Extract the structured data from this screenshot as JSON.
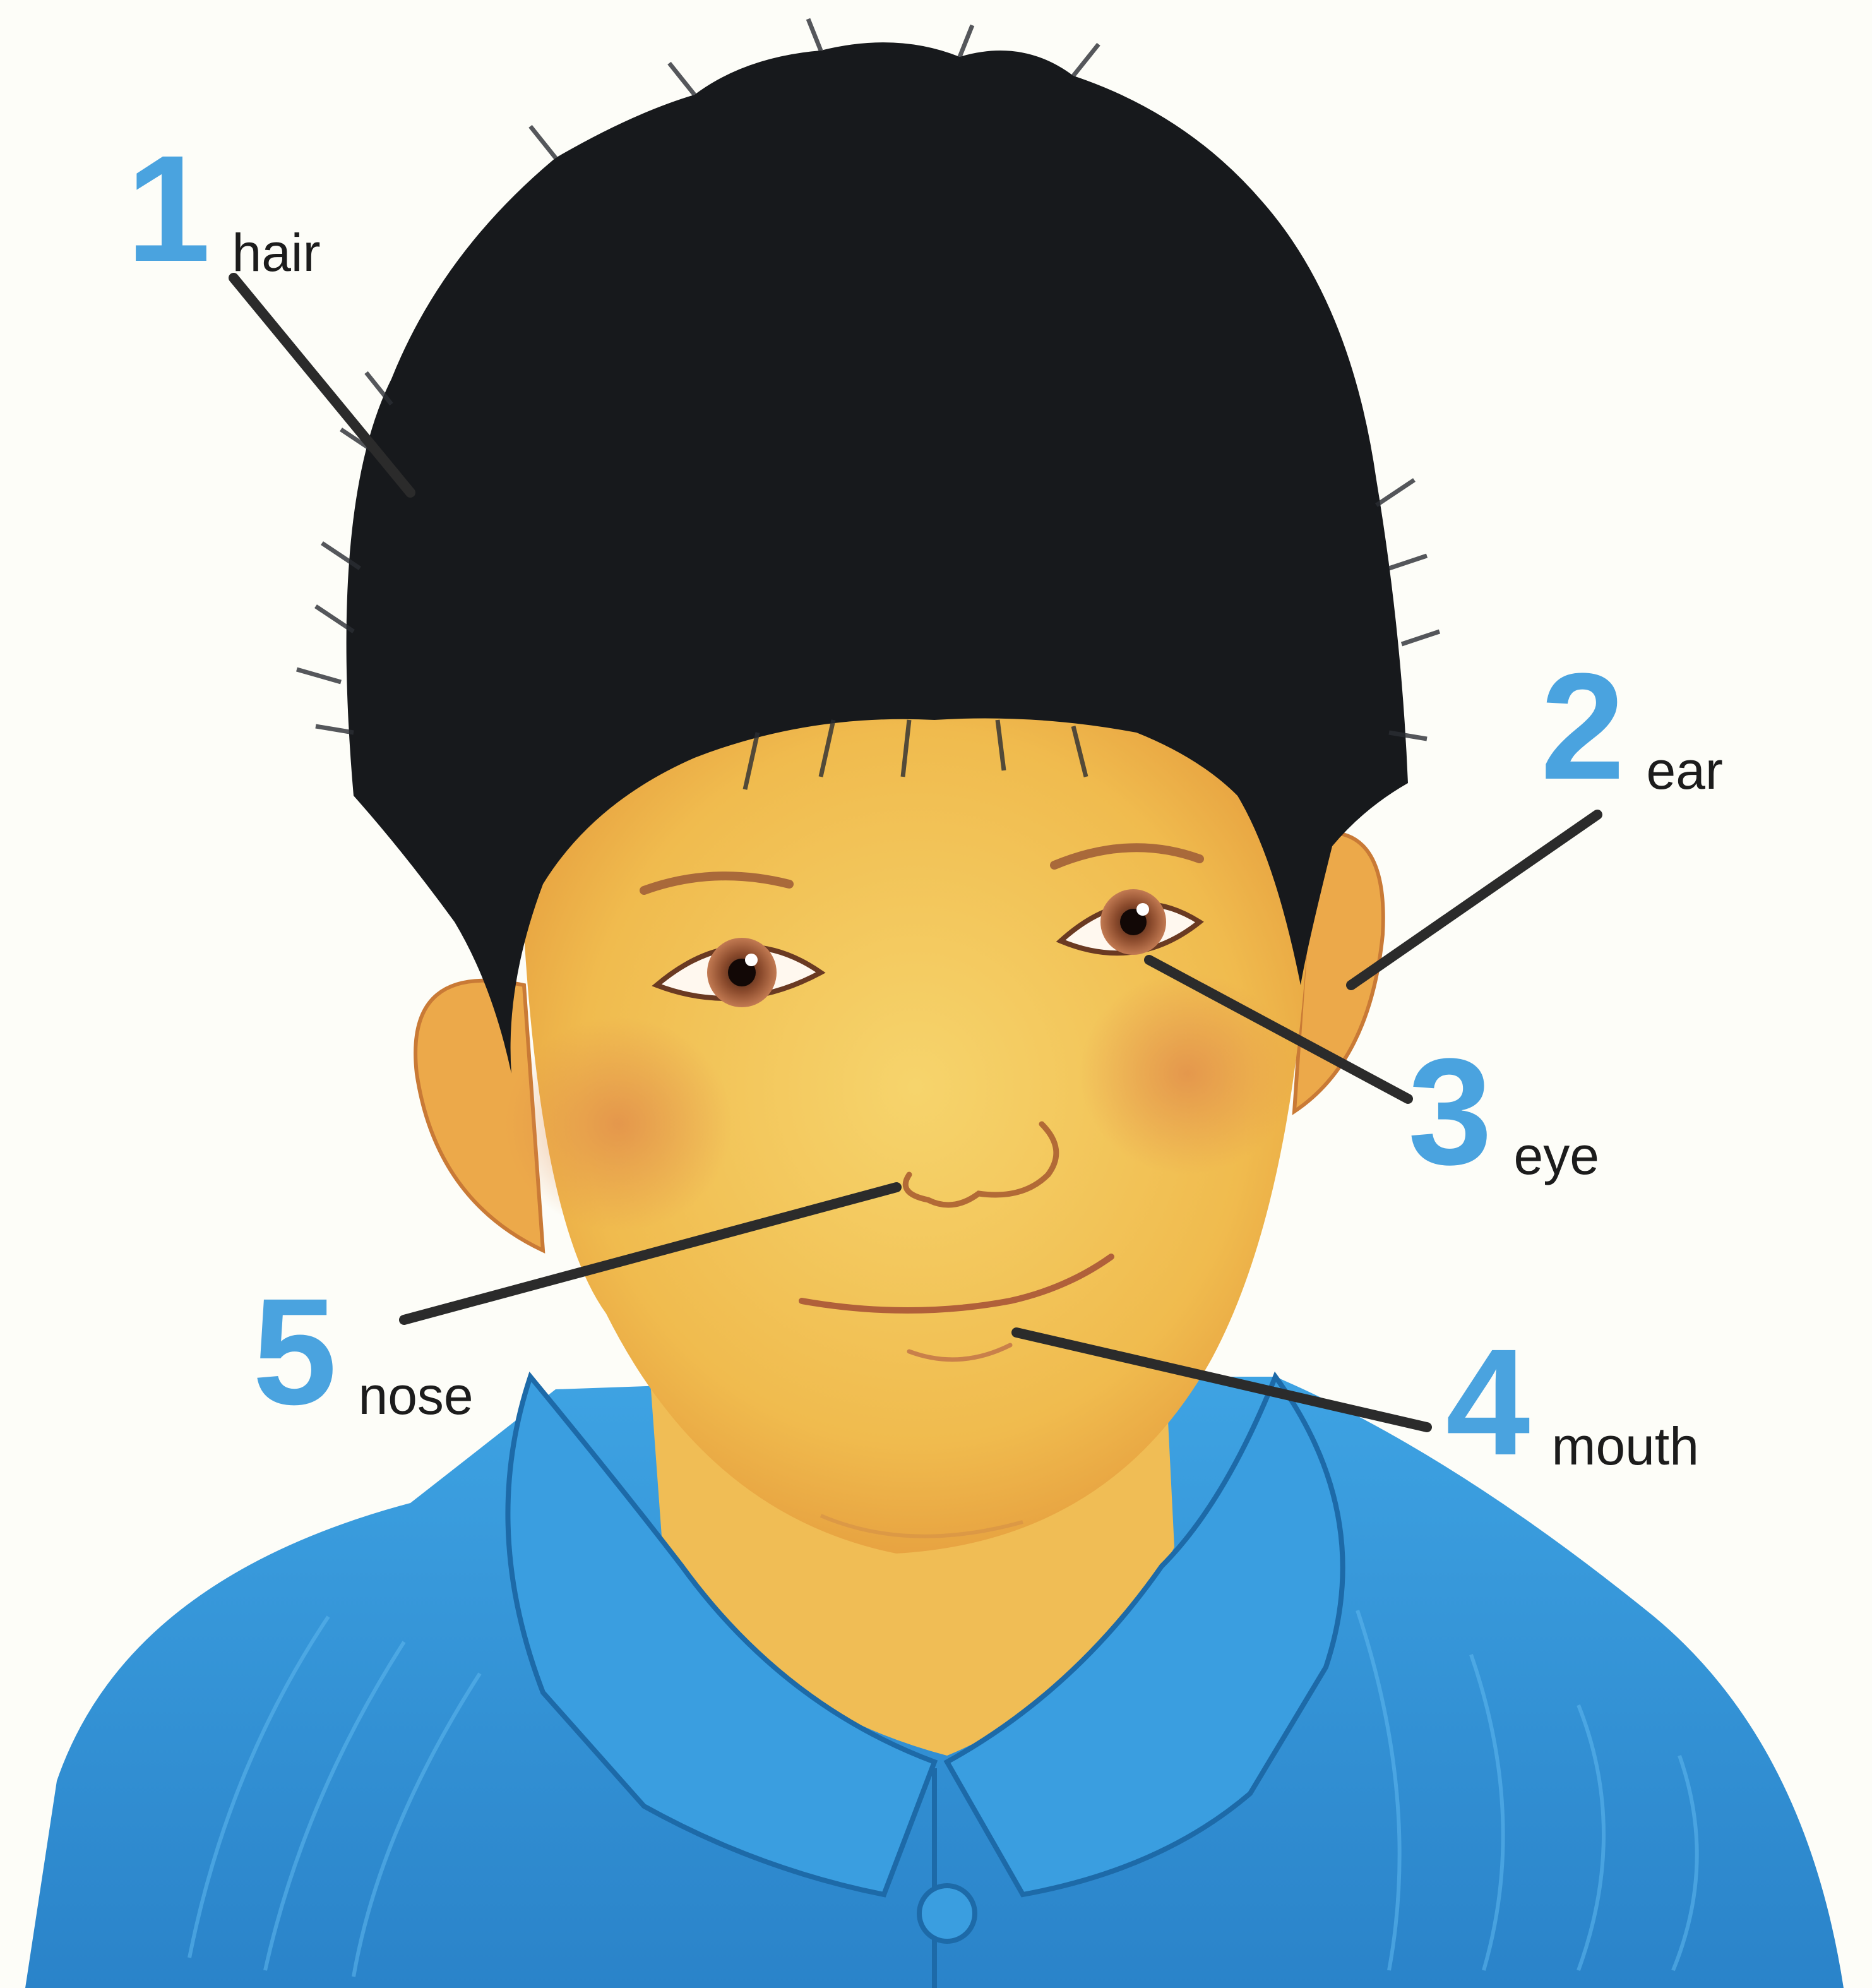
{
  "labels": [
    {
      "number": "1",
      "word": "hair"
    },
    {
      "number": "2",
      "word": "ear"
    },
    {
      "number": "3",
      "word": "eye"
    },
    {
      "number": "4",
      "word": "mouth"
    },
    {
      "number": "5",
      "word": "nose"
    }
  ],
  "colors": {
    "number": "#4aa3df",
    "word": "#1c1c1c",
    "leader_line": "#2b2b2b",
    "hair": "#17191c",
    "skin": "#f2c35a",
    "shirt": "#2f92d6",
    "background": "#fdfdf8"
  }
}
